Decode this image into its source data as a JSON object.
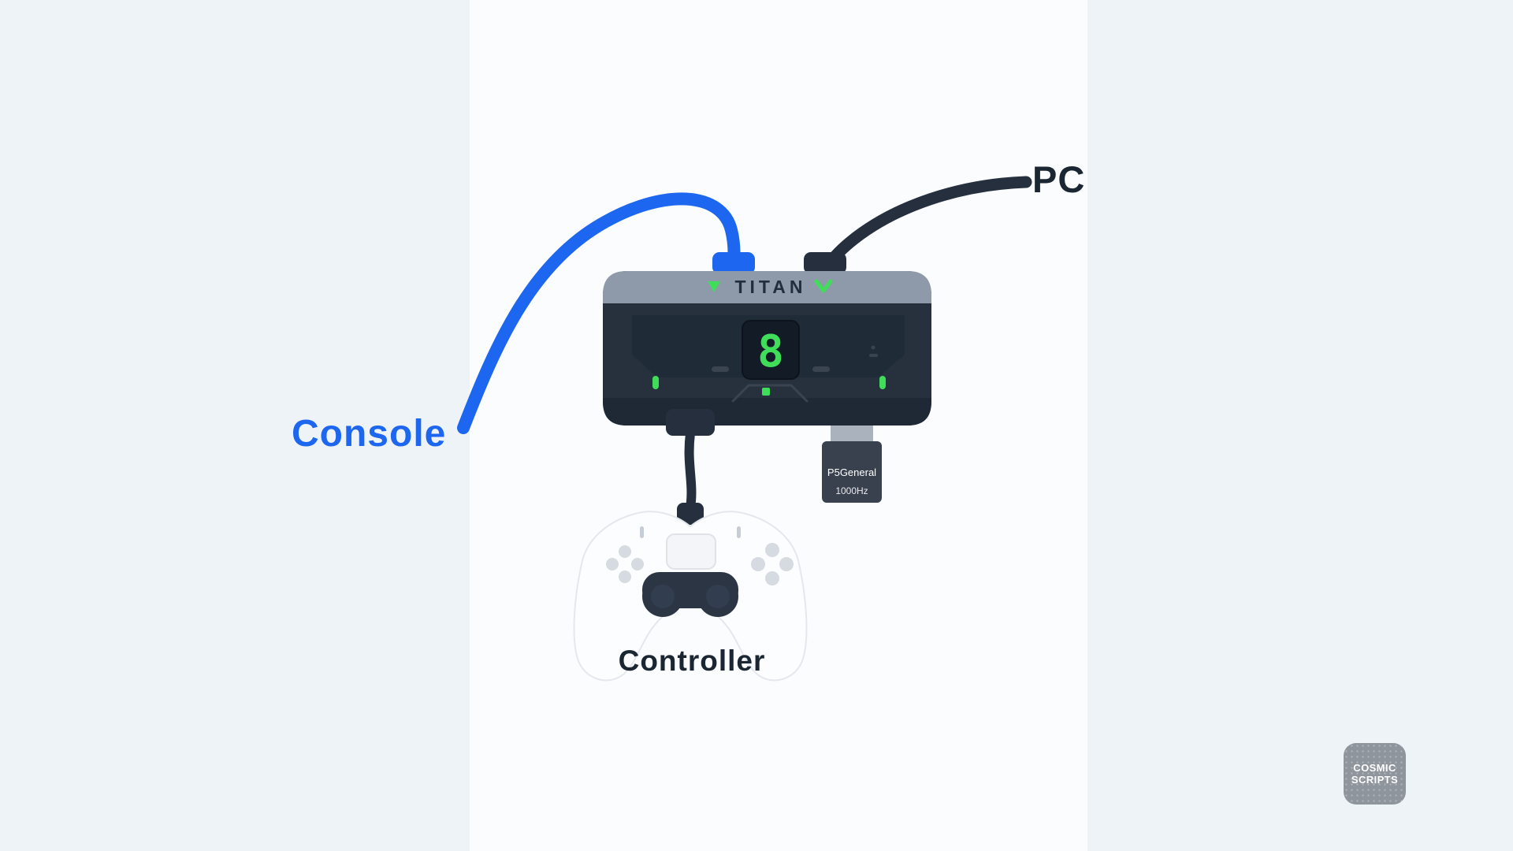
{
  "labels": {
    "console": "Console",
    "pc": "PC",
    "controller": "Controller"
  },
  "device": {
    "brand": "TITAN",
    "display_digit": "8"
  },
  "dongle": {
    "model": "P5General",
    "rate": "1000Hz"
  },
  "watermark": {
    "line1": "COSMIC",
    "line2": "SCRIPTS"
  },
  "colors": {
    "console_blue": "#1c66f0",
    "cable_dark": "#252f3d",
    "led_green": "#3fdd5a",
    "device_body": "#27313d",
    "device_band": "#8e99a9",
    "page_bg": "#eef3f8",
    "panel_bg": "#fafcfe"
  }
}
